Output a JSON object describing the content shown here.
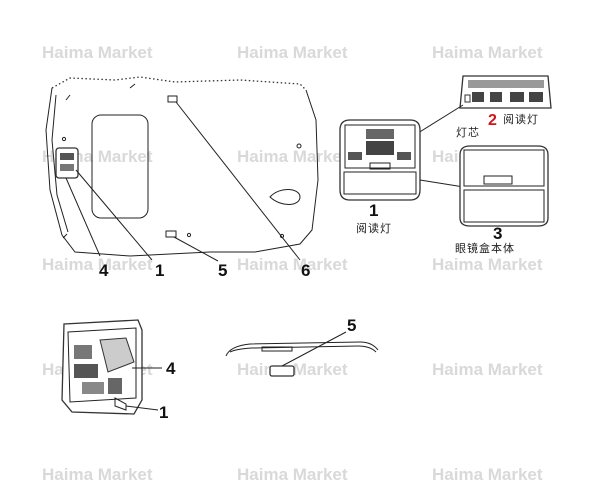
{
  "watermark": "Haima Market",
  "callouts": {
    "c1": "1",
    "c2": "2",
    "c3": "3",
    "c4": "4",
    "c5": "5",
    "c6": "6"
  },
  "labels": {
    "reading_lamp": "阅读灯",
    "lamp_core": "灯芯",
    "reading_lamp_2": "阅读灯",
    "glasses_case": "眼镜盒本体"
  },
  "colors": {
    "callout_red": "#d0141b",
    "watermark": "#d9d9d9"
  }
}
